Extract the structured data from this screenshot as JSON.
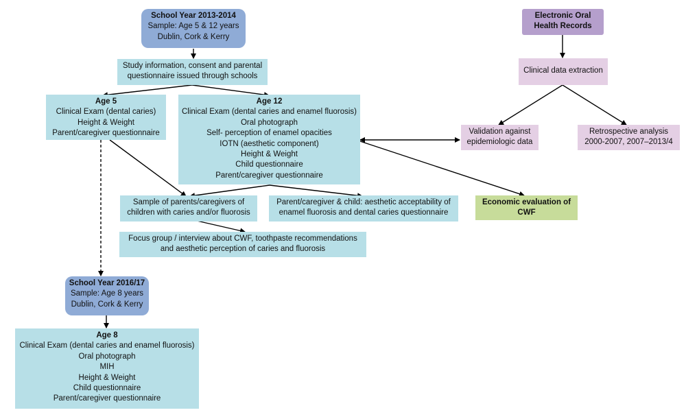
{
  "school_year_2013": {
    "title": "School Year 2013-2014",
    "lines": [
      "Sample: Age 5 & 12 years",
      "Dublin, Cork & Kerry"
    ]
  },
  "study_info": {
    "lines": [
      "Study information, consent and parental",
      "questionnaire issued through schools"
    ]
  },
  "age5": {
    "title": "Age 5",
    "lines": [
      "Clinical Exam (dental caries)",
      "Height & Weight",
      "Parent/caregiver questionnaire"
    ]
  },
  "age12": {
    "title": "Age 12",
    "lines": [
      "Clinical Exam (dental caries and enamel fluorosis)",
      "Oral photograph",
      "Self- perception of enamel opacities",
      "IOTN (aesthetic component)",
      "Height & Weight",
      "Child questionnaire",
      "Parent/caregiver questionnaire"
    ]
  },
  "sample_parents": {
    "lines": [
      "Sample of parents/caregivers of",
      "children with caries and/or fluorosis"
    ]
  },
  "aesthetic_questionnaire": {
    "lines": [
      "Parent/caregiver & child: aesthetic acceptability of",
      "enamel fluorosis and dental caries questionnaire"
    ]
  },
  "focus_group": {
    "lines": [
      "Focus group / interview about CWF, toothpaste recommendations",
      "and aesthetic perception of caries and fluorosis"
    ]
  },
  "electronic_records": {
    "lines": [
      "Electronic Oral",
      "Health Records"
    ]
  },
  "clinical_extraction": {
    "label": "Clinical data extraction"
  },
  "validation": {
    "lines": [
      "Validation against",
      "epidemiologic data"
    ]
  },
  "retrospective": {
    "lines": [
      "Retrospective analysis",
      "2000-2007, 2007–2013/4"
    ]
  },
  "economic": {
    "lines": [
      "Economic evaluation of",
      "CWF"
    ]
  },
  "school_year_2016": {
    "title": "School Year 2016/17",
    "lines": [
      "Sample: Age 8 years",
      "Dublin, Cork & Kerry"
    ]
  },
  "age8": {
    "title": "Age 8",
    "lines": [
      "Clinical Exam (dental caries and enamel fluorosis)",
      "Oral photograph",
      "MIH",
      "Height & Weight",
      "Child questionnaire",
      "Parent/caregiver questionnaire"
    ]
  },
  "colors": {
    "box_blue": "#b7dfe7",
    "box_navy": "#8fabd6",
    "box_lilac": "#e4cfe4",
    "box_purple": "#b59fcc",
    "box_green": "#c7dc9a"
  }
}
